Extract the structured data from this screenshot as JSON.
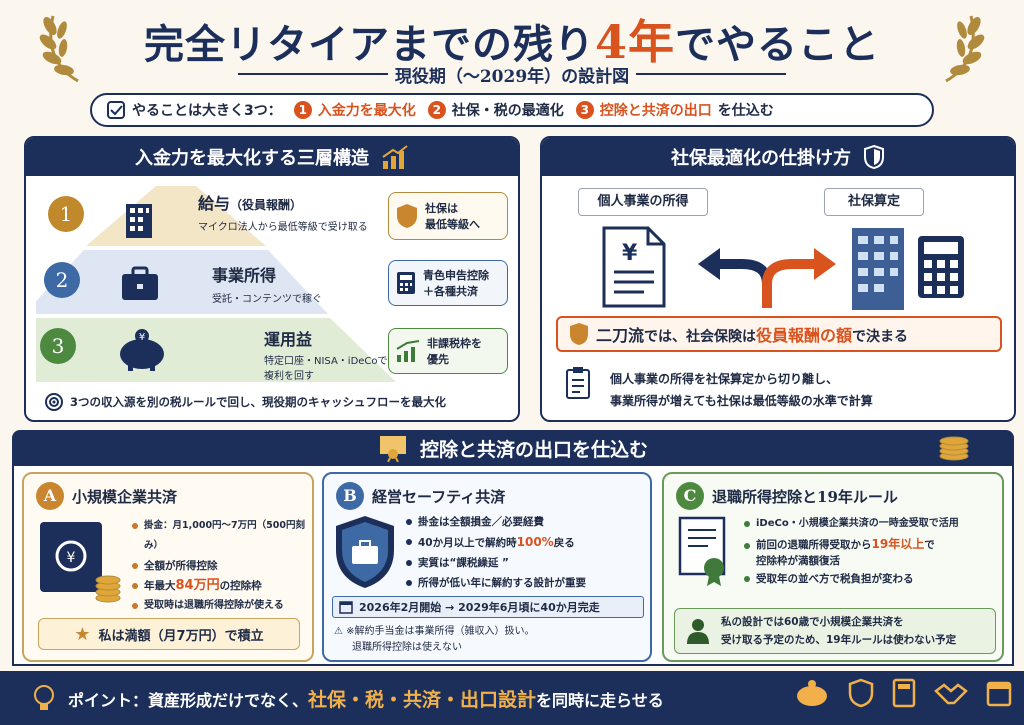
{
  "header": {
    "title_pre": "完全リタイアまでの残り",
    "title_num": "4年",
    "title_post": "でやること",
    "subtitle": "現役期（〜2029年）の設計図"
  },
  "summary": {
    "lead": "やることは大きく3つ：",
    "items": [
      {
        "num": "1",
        "text": "入金力を最大化"
      },
      {
        "num": "2",
        "text": "社保・税の最適化"
      },
      {
        "num": "3",
        "text": "控除と共済の出口"
      }
    ],
    "tail": "を仕込む"
  },
  "panel_left": {
    "title": "入金力を最大化する三層構造",
    "tiers": [
      {
        "num": "1",
        "title": "給与",
        "title_sub": "（役員報酬）",
        "desc": "マイクロ法人から最低等級で受け取る",
        "side": "社保は\n最低等級へ"
      },
      {
        "num": "2",
        "title": "事業所得",
        "title_sub": "",
        "desc": "受託・コンテンツで稼ぐ",
        "side": "青色申告控除\n＋各種共済"
      },
      {
        "num": "3",
        "title": "運用益",
        "title_sub": "",
        "desc": "特定口座・NISA・iDeCoで\n複利を回す",
        "side": "非課税枠を\n優先"
      }
    ],
    "note": "3つの収入源を別の税ルールで回し、現役期のキャッシュフローを最大化"
  },
  "panel_right": {
    "title": "社保最適化の仕掛け方",
    "left_label": "個人事業の所得",
    "right_label": "社保算定",
    "yen": "¥",
    "callout_pre": "二刀流",
    "callout_mid": "では、社会保険は",
    "callout_hl": "役員報酬の額",
    "callout_post": "で決まる",
    "note_line1": "個人事業の所得を社保算定から切り離し、",
    "note_line2": "事業所得が増えても社保は最低等級の水準で計算"
  },
  "section": {
    "title": "控除と共済の出口を仕込む"
  },
  "card_a": {
    "letter": "A",
    "title": "小規模企業共済",
    "bullets": [
      "掛金：月1,000円〜7万円（500円刻み）",
      "全額が所得控除"
    ],
    "b3_pre": "年最大",
    "b3_hl": "84万円",
    "b3_post": "の控除枠",
    "b4": "受取時は退職所得控除が使える",
    "footer": "私は満額（月7万円）で積立"
  },
  "card_b": {
    "letter": "B",
    "title": "経営セーフティ共済",
    "b1": "掛金は全額損金／必要経費",
    "b2_pre": "40か月以上で解約時",
    "b2_hl": "100%",
    "b2_post": "戻る",
    "b3": "実質は“課税繰延 ”",
    "b4": "所得が低い年に解約する設計が重要",
    "timeline": "2026年2月開始 → 2029年6月頃に40か月完走",
    "warn_line1": "※解約手当金は事業所得（雑収入）扱い。",
    "warn_line2": "退職所得控除は使えない"
  },
  "card_c": {
    "letter": "C",
    "title": "退職所得控除と19年ルール",
    "b1": "iDeCo・小規模企業共済の一時金受取で活用",
    "b2_pre": "前回の退職所得受取から",
    "b2_hl": "19年以上",
    "b2_post": "で",
    "b2_line2": "控除枠が満額復活",
    "b3": "受取年の並べ方で税負担が変わる",
    "footer_line1": "私の設計では60歳で小規模企業共済を",
    "footer_line2": "受け取る予定のため、19年ルールは使わない予定"
  },
  "bottom": {
    "lead": "ポイント：資産形成だけでなく、",
    "hl": "社保・税・共済・出口設計",
    "tail": "を同時に走らせる"
  },
  "colors": {
    "navy": "#1c2f5a",
    "orange": "#d9531e",
    "gold": "#b08b3e",
    "green": "#3f7a3a"
  },
  "icons": [
    "laurel-icon",
    "checkbox-icon",
    "chart-icon",
    "shield-icon",
    "building-icon",
    "briefcase-icon",
    "piggy-bank-icon",
    "growth-icon",
    "target-icon",
    "document-icon",
    "calculator-icon",
    "clipboard-icon",
    "certificate-icon",
    "coins-icon",
    "safe-icon",
    "star-icon",
    "calendar-icon",
    "warning-icon",
    "person-icon",
    "lightbulb-icon",
    "handshake-icon"
  ]
}
